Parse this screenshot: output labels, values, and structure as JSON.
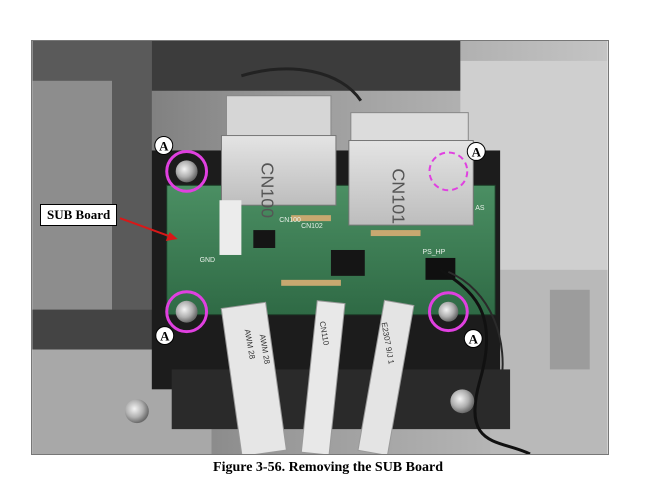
{
  "figure": {
    "caption": "Figure 3-56.  Removing the SUB Board"
  },
  "callout": {
    "label": "SUB Board"
  },
  "markers": [
    "A",
    "A",
    "A",
    "A"
  ],
  "board_labels": {
    "connector_left": "CN100",
    "connector_right": "CN101",
    "silk_cn100": "CN100",
    "silk_cn102": "CN102",
    "silk_gnd": "GND",
    "silk_as": "AS",
    "silk_ps_hp": "PS_HP"
  },
  "cable_labels": {
    "awm_a": "AWM 28",
    "awm_b": "AWM 28",
    "cn110": "CN110",
    "e230": "E2307 9/J 1"
  },
  "colors": {
    "screw_ring": "#e040e0",
    "arrow": "#d81818",
    "pcb": "#3a7a50"
  }
}
